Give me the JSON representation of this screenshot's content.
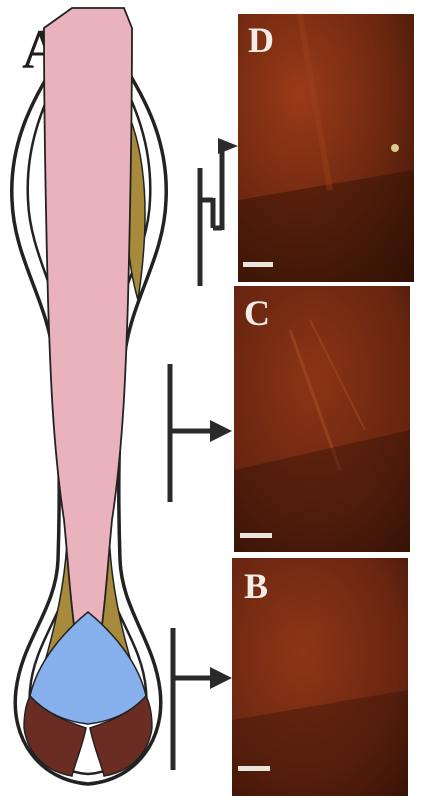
{
  "figure_label": "A",
  "panels": [
    {
      "label": "D"
    },
    {
      "label": "C"
    },
    {
      "label": "B"
    }
  ],
  "colors": {
    "shaft": "#eab2bd",
    "sheath": "#a88a3c",
    "papilla": "#87b1ec",
    "bulb": "#6b2c24",
    "outline": "#222222",
    "micrograph_base": "#7a2c12",
    "micrograph_dark": "#3b1406"
  },
  "icons": [
    "marker-arrow-icon",
    "branched-marker-arrow-icon",
    "scale-bar"
  ]
}
